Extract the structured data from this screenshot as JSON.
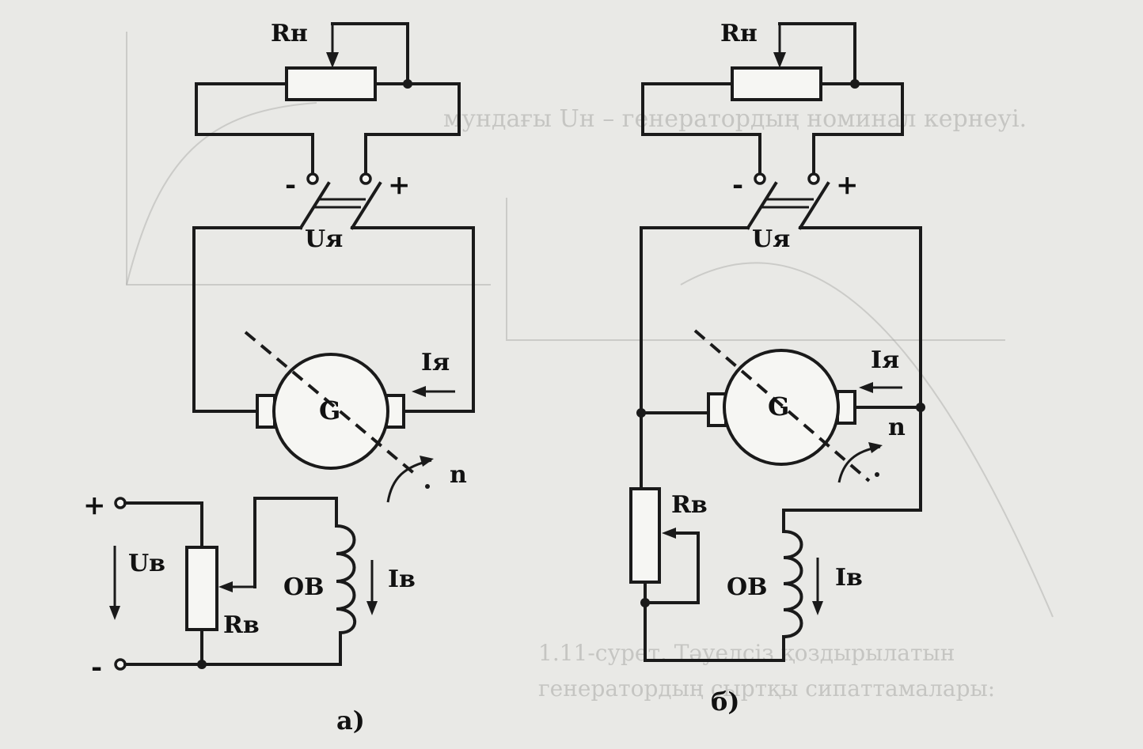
{
  "palette": {
    "ink": "#1a1a1a",
    "paper": "#e9e9e6",
    "bleed": "#9a9a98"
  },
  "diagram_a": {
    "caption": "а)",
    "load_resistor": "Rн",
    "armature_voltage": "Uя",
    "armature_current": "Iя",
    "generator": "G",
    "speed": "n",
    "field_voltage": "Uв",
    "field_rheostat": "Rв",
    "field_winding": "OB",
    "field_current": "Iв",
    "minus": "-",
    "plus": "+"
  },
  "diagram_b": {
    "caption": "б)",
    "load_resistor": "Rн",
    "armature_voltage": "Uя",
    "armature_current": "Iя",
    "generator": "G",
    "speed": "n",
    "field_rheostat": "Rв",
    "field_winding": "OB",
    "field_current": "Iв",
    "minus": "-",
    "plus": "+"
  },
  "bleed_through": {
    "line1": "мундағы Uн – генератордың номинал кернеуі.",
    "line2": "1.11-сурет. Тәуелсіз қоздырылатын",
    "line3": "генератордың сыртқы сипаттамалары:"
  }
}
